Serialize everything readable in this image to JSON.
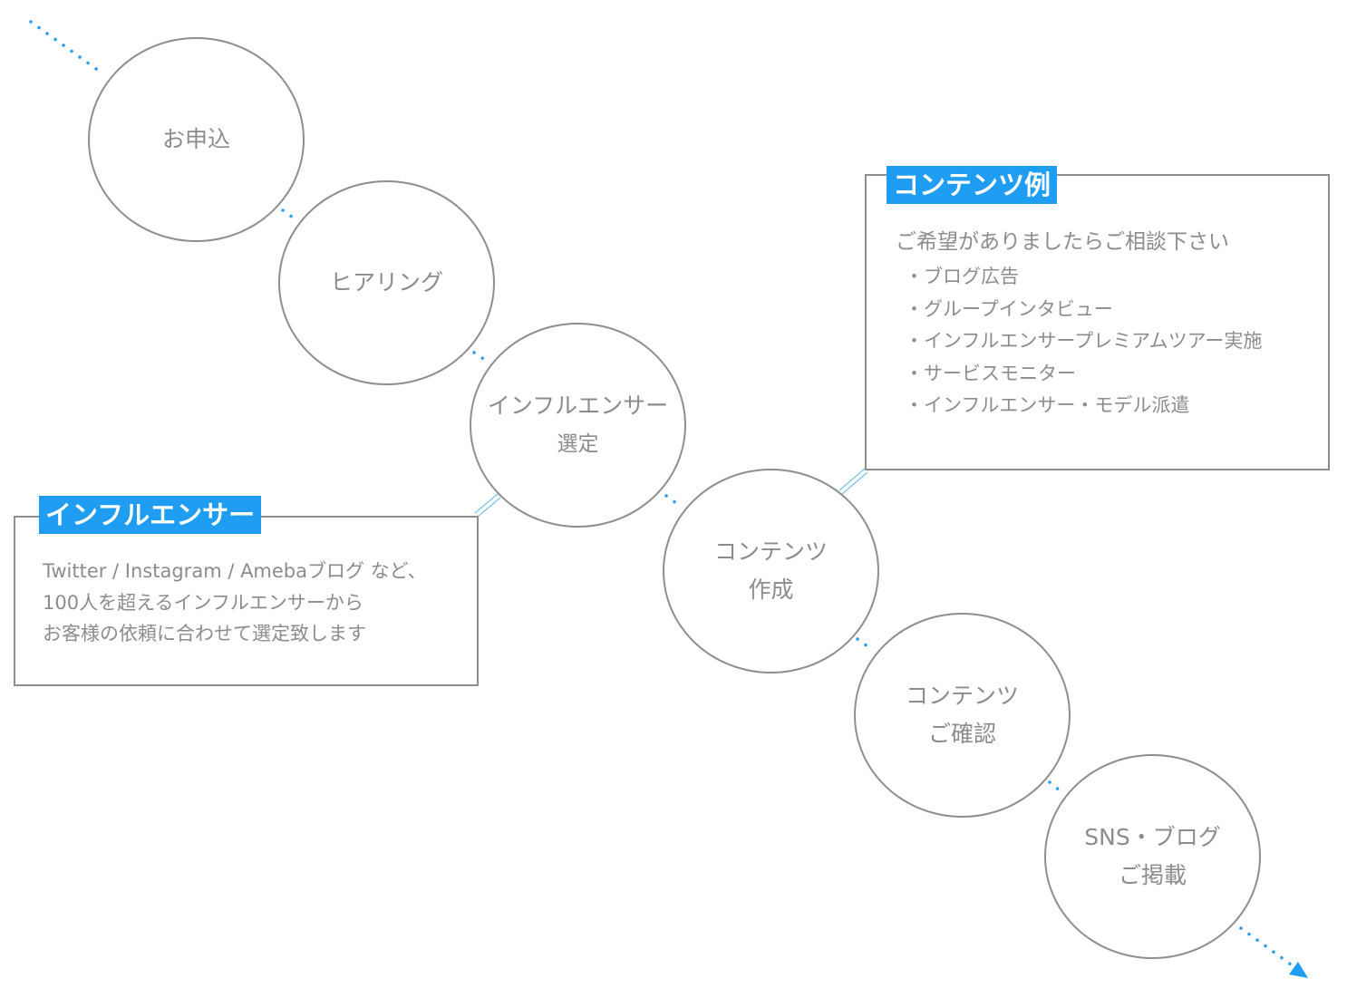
{
  "steps": [
    {
      "lines": [
        "お申込"
      ]
    },
    {
      "lines": [
        "ヒアリング"
      ]
    },
    {
      "lines": [
        "インフルエンサー",
        "選定"
      ]
    },
    {
      "lines": [
        "コンテンツ",
        "作成"
      ]
    },
    {
      "lines": [
        "コンテンツ",
        "ご確認"
      ]
    },
    {
      "lines": [
        "SNS・ブログ",
        "ご掲載"
      ]
    }
  ],
  "influencer_box": {
    "title": "インフルエンサー",
    "lines": [
      "Twitter / Instagram / Amebaブログ など、",
      "100人を超えるインフルエンサーから",
      "お客様の依頼に合わせて選定致します"
    ]
  },
  "contents_box": {
    "title": "コンテンツ例",
    "intro": "ご希望がありましたらご相談下さい",
    "items": [
      "・ブログ広告",
      "・グループインタビュー",
      "・インフルエンサープレミアムツアー実施",
      "・サービスモニター",
      "・インフルエンサー・モデル派遣"
    ]
  },
  "colors": {
    "accent": "#1e9df2",
    "circle_border": "#8e8e8e",
    "text": "#8c8c8c",
    "dots": "#2a9ff0"
  }
}
